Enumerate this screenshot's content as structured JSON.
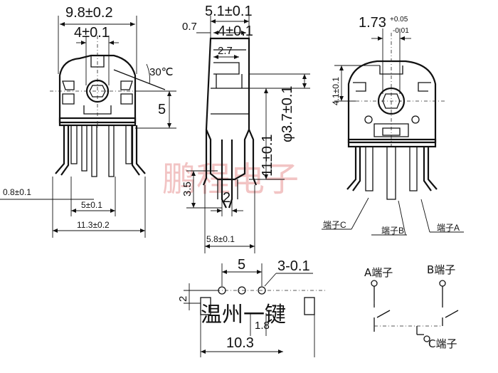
{
  "watermark": "鹏程电子",
  "footer_text": "温州一键",
  "front_view": {
    "width_label": "9.8±0.2",
    "hole_label": "4±0.1",
    "angle_label": "30℃",
    "height_label": "5",
    "pin_width_label": "0.8±0.1",
    "pitch_label": "5±0.1",
    "span_label": "11.3±0.2"
  },
  "side_view": {
    "width_label": "5.1±0.1",
    "inner_label": "4±0.1",
    "edge_label": "0.7",
    "step_label": "2.7",
    "diam_label": "φ3.7±0.1",
    "stem_label": "11±0.1",
    "tab_label": "3.5",
    "tab_width_label": "2",
    "base_label": "5.8±0.1"
  },
  "rear_view": {
    "shaft_label": "1.73",
    "tol_plus": "+0.05",
    "tol_minus": "-0.01",
    "height_label": "4.1±0.1",
    "term_c": "端子C",
    "term_b": "端子B",
    "term_a": "端子A"
  },
  "footprint": {
    "pitch_label": "5",
    "hole_label": "3-0.1",
    "row_label": "2",
    "offset_label": "1.8",
    "width_label": "10.3"
  },
  "schematic": {
    "a_label": "A端子",
    "b_label": "B端子",
    "c_label": "C端子"
  }
}
